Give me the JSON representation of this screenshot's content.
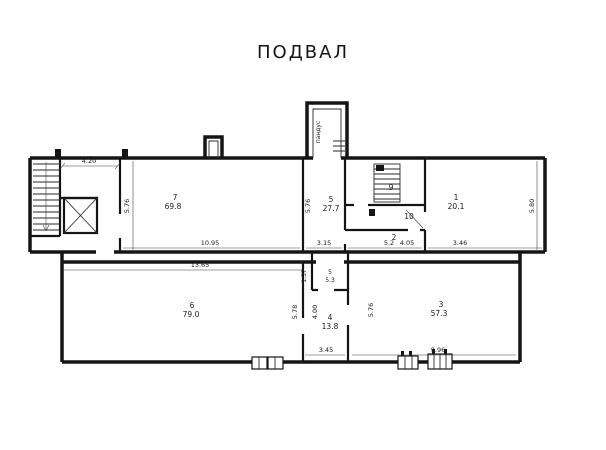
{
  "title": "ПОДВАЛ",
  "colors": {
    "ink": "#151515",
    "background": "#ffffff"
  },
  "plan": {
    "ramp_label": "пандус",
    "rooms": {
      "r7": {
        "num": "7",
        "area": "69.8"
      },
      "r5": {
        "num": "5",
        "area": "27.7"
      },
      "r9": {
        "num": "9"
      },
      "r10": {
        "num": "10"
      },
      "r2": {
        "num": "2"
      },
      "r1": {
        "num": "1",
        "area": "20.1"
      },
      "r6": {
        "num": "6",
        "area": "79.0"
      },
      "rv": {
        "num": "5",
        "area": "5.3"
      },
      "r4": {
        "num": "4",
        "area": "13.8"
      },
      "r3": {
        "num": "3",
        "area": "57.3"
      }
    },
    "dims": {
      "top_left": "4.20",
      "left_height": "5.76",
      "room7_width": "10.95",
      "room6_width": "13.65",
      "room5_width": "3.15",
      "room5_height": "5.76",
      "small_width_a": "5.2",
      "small_width_b": "4.05",
      "room1_width": "3.46",
      "right_height": "5.80",
      "vestibule_width": "1.57",
      "room6_height": "5.78",
      "room4_height": "4.00",
      "room3_height": "5.76",
      "room4_width": "3.45",
      "room3_width": "9.96"
    }
  }
}
